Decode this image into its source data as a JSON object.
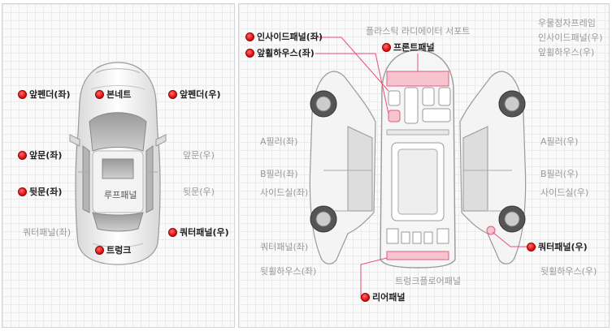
{
  "left_view": {
    "labels": {
      "front_fender_left": "앞펜더(좌)",
      "bonnet": "본네트",
      "front_fender_right": "앞펜더(우)",
      "front_door_left": "앞문(좌)",
      "front_door_right": "앞문(우)",
      "rear_door_left": "뒷문(좌)",
      "rear_door_right": "뒷문(우)",
      "roof_panel": "루프패널",
      "quarter_panel_left": "쿼터패널(좌)",
      "quarter_panel_right": "쿼터패널(우)",
      "trunk": "트렁크"
    }
  },
  "right_view": {
    "labels": {
      "inside_panel_left": "인사이드패널(좌)",
      "front_wheel_house_left": "앞휠하우스(좌)",
      "radiator_support": "플라스틱 라디에이터 서포트",
      "front_panel": "프론트패널",
      "front_side_member_right": "우물정자프레임",
      "inside_panel_right": "인사이드패널(우)",
      "front_wheel_house_right": "앞휠하우스(우)",
      "a_pillar_left": "A필러(좌)",
      "a_pillar_right": "A필러(우)",
      "b_pillar_left": "B필러(좌)",
      "b_pillar_right": "B필러(우)",
      "side_sill_left": "사이드실(좌)",
      "side_sill_right": "사이드실(우)",
      "quarter_panel_left": "쿼터패널(좌)",
      "quarter_panel_right": "쿼터패널(우)",
      "rear_wheel_house_left": "뒷휠하우스(좌)",
      "rear_wheel_house_right": "뒷휠하우스(우)",
      "trunk_floor_panel": "트렁크플로어패널",
      "rear_panel": "리어패널"
    }
  },
  "colors": {
    "accent": "#d81414",
    "highlight": "#f39ab0",
    "line": "#e8507a"
  }
}
